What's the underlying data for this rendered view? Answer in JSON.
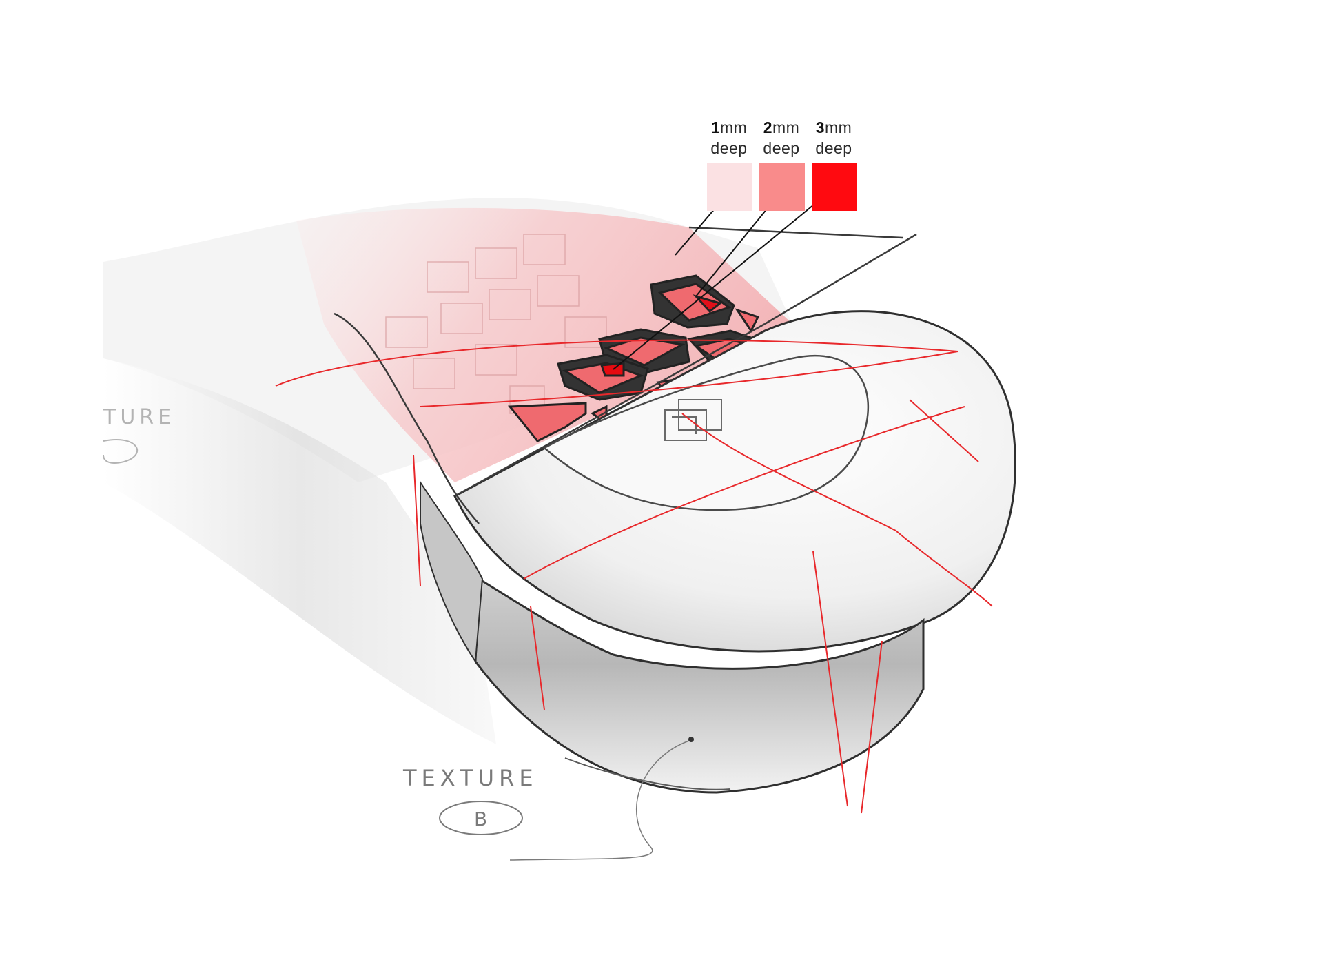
{
  "legend": {
    "items": [
      {
        "number": "1",
        "unit": "mm",
        "label": "deep",
        "color": "#fbe1e3"
      },
      {
        "number": "2",
        "unit": "mm",
        "label": "deep",
        "color": "#f98b8b"
      },
      {
        "number": "3",
        "unit": "mm",
        "label": "deep",
        "color": "#ff0a10"
      }
    ]
  },
  "annotations": {
    "texture_main": "TEXTURE",
    "texture_main_letter": "B",
    "texture_faded": "TURE"
  },
  "colors": {
    "accent_red": "#e8282b",
    "pink_pattern": "#f4b9bc",
    "pencil": "#3a3a3a"
  }
}
